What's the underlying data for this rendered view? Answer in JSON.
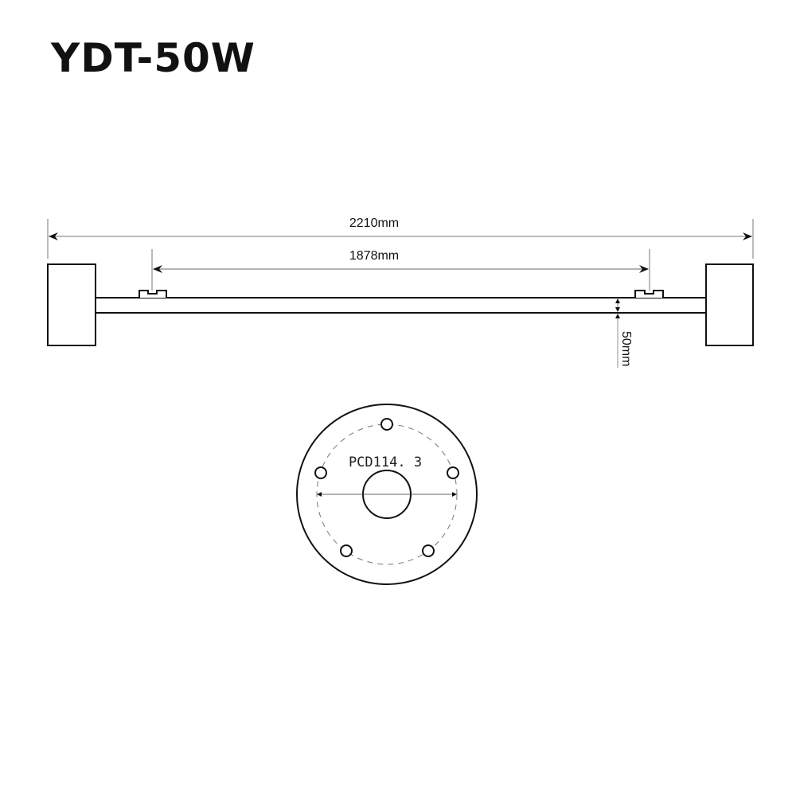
{
  "title": "YDT-50W",
  "dimensions": {
    "overall_length": "2210mm",
    "bracket_spacing": "1878mm",
    "pipe_diameter": "50mm"
  },
  "flange": {
    "pcd_label": "PCD114. 3"
  }
}
